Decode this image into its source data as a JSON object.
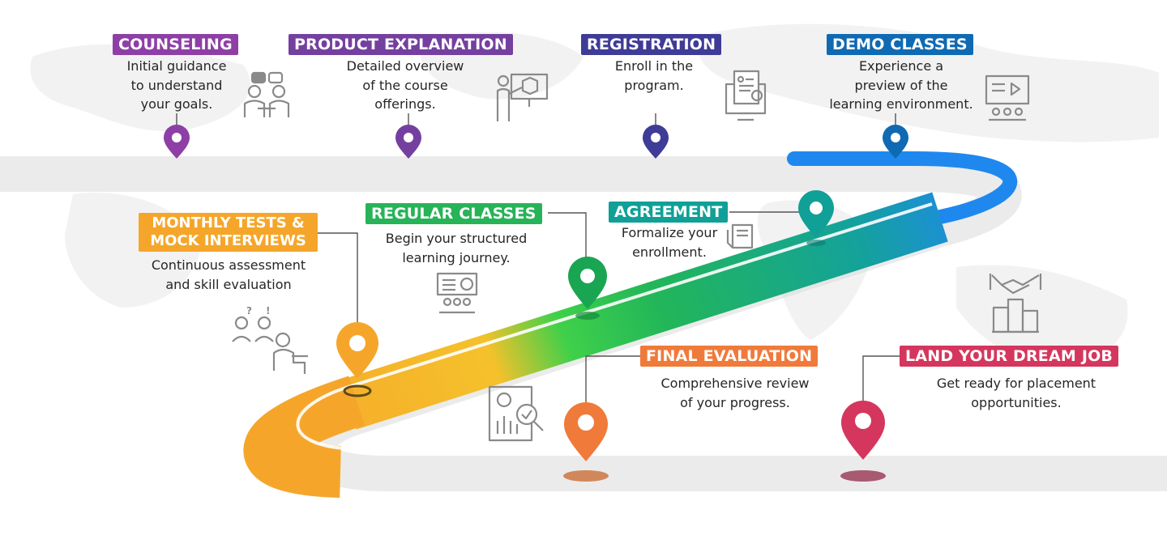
{
  "steps": [
    {
      "title": "COUNSELING",
      "desc": [
        "Initial guidance",
        "to understand",
        "your goals."
      ]
    },
    {
      "title": "PRODUCT EXPLANATION",
      "desc": [
        "Detailed overview",
        "of the course",
        "offerings."
      ]
    },
    {
      "title": "REGISTRATION",
      "desc": [
        "Enroll in the",
        "program."
      ]
    },
    {
      "title": "DEMO CLASSES",
      "desc": [
        "Experience a",
        "preview of the",
        "learning environment."
      ]
    },
    {
      "title": "AGREEMENT",
      "desc": [
        "Formalize your",
        "enrollment."
      ]
    },
    {
      "title": "REGULAR CLASSES",
      "desc": [
        "Begin your structured",
        "learning journey."
      ]
    },
    {
      "title": [
        "MONTHLY TESTS &",
        "MOCK INTERVIEWS"
      ],
      "desc": [
        "Continuous assessment",
        "and skill evaluation"
      ]
    },
    {
      "title": "FINAL EVALUATION",
      "desc": [
        "Comprehensive review",
        "of your progress."
      ]
    },
    {
      "title": "LAND YOUR DREAM JOB",
      "desc": [
        "Get ready for placement",
        "opportunities."
      ]
    }
  ],
  "colors": {
    "counseling": "#8e3fa6",
    "product": "#7440a0",
    "registration": "#3f3c97",
    "demo": "#0f6ab3",
    "agreement": "#11a097",
    "regular": "#27b357",
    "monthly": "#f5a62a",
    "final": "#f07a3a",
    "dream": "#d5365d",
    "icon_gray": "#8a8a8a"
  }
}
